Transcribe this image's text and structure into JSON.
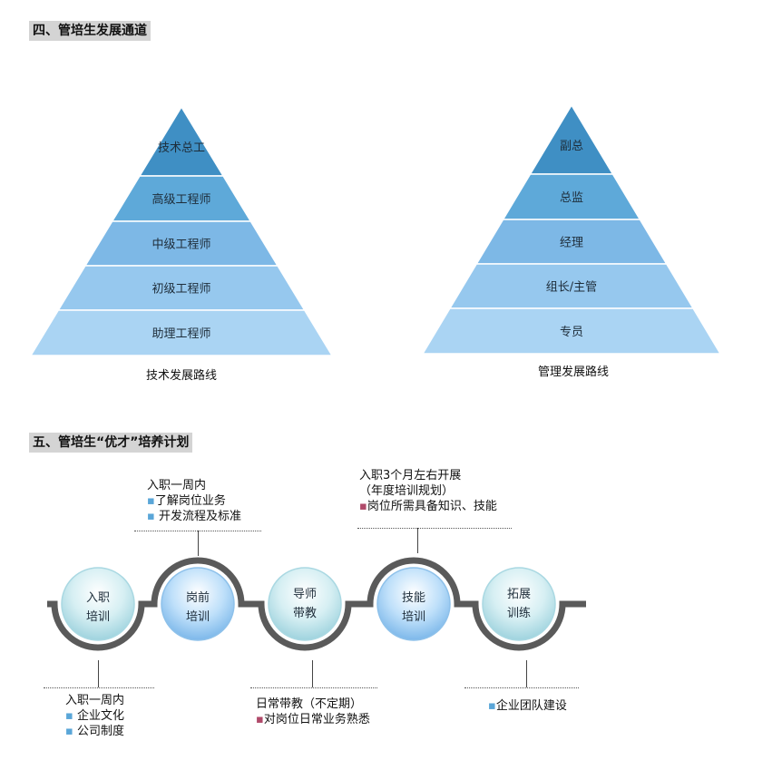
{
  "section4": {
    "title": "四、管培生发展通道"
  },
  "tech_pyramid": {
    "levels": [
      "技术总工",
      "高级工程师",
      "中级工程师",
      "初级工程师",
      "助理工程师"
    ],
    "caption": "技术发展路线"
  },
  "mgmt_pyramid": {
    "levels": [
      "副总",
      "总监",
      "经理",
      "组长/主管",
      "专员"
    ],
    "caption": "管理发展路线"
  },
  "section5": {
    "title": "五、管培生“优才”培养计划"
  },
  "steps": [
    {
      "line1": "入职",
      "line2": "培训"
    },
    {
      "line1": "岗前",
      "line2": "培训"
    },
    {
      "line1": "导师",
      "line2": "带教"
    },
    {
      "line1": "技能",
      "line2": "培训"
    },
    {
      "line1": "拓展",
      "line2": "训练"
    }
  ],
  "notes": {
    "n1": {
      "head": "入职一周内",
      "items": [
        "企业文化",
        "公司制度"
      ]
    },
    "n2": {
      "head": "入职一周内",
      "items": [
        "了解岗位业务",
        "开发流程及标准"
      ]
    },
    "n3": {
      "head": "日常带教（不定期）",
      "items": [
        "对岗位日常业务熟悉"
      ]
    },
    "n4": {
      "head": "入职3个月左右开展",
      "sub": "（年度培训规划）",
      "items": [
        "岗位所需具备知识、技能"
      ]
    },
    "n5": {
      "items": [
        "企业团队建设"
      ]
    }
  },
  "colors": {
    "pyr_top": "#3f8fc4",
    "pyr_mid": "#5ea9d9",
    "pyr_light": "#8fc4ea",
    "pyr_base": "#a9d3f2",
    "arc": "#5a5a5a",
    "circle_teal": "#bfe3ea",
    "circle_blue": "#9ccdf3"
  }
}
